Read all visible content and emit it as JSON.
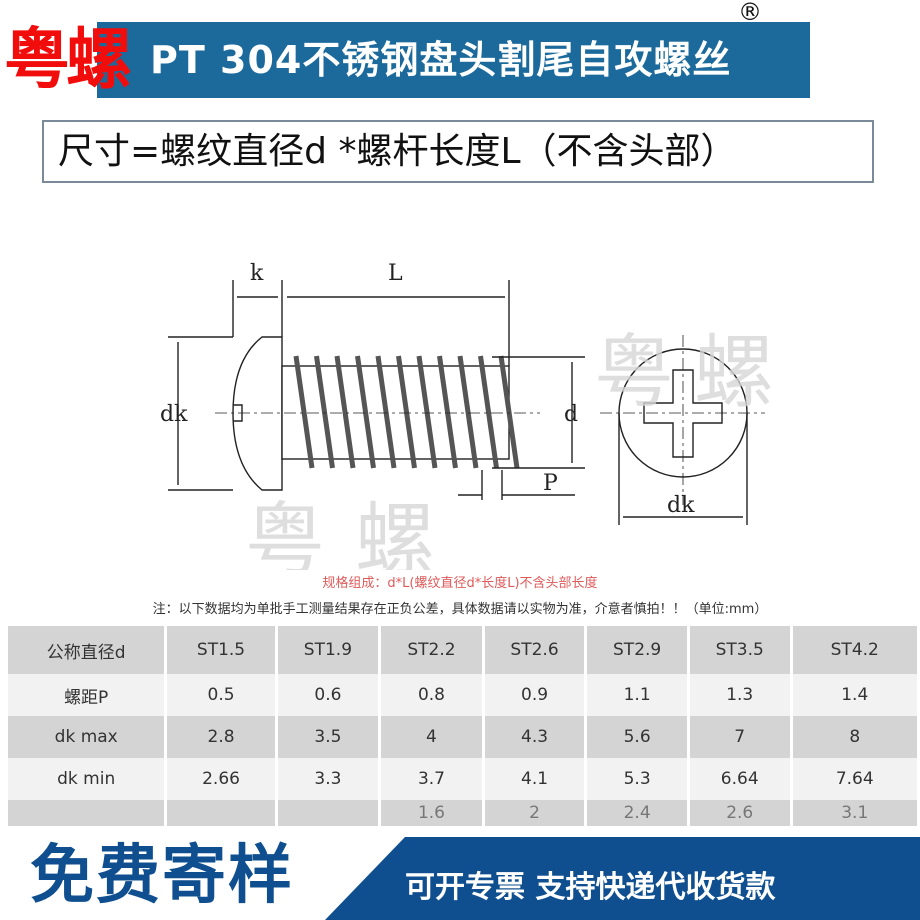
{
  "header": {
    "title": "PT 304不锈钢盘头割尾自攻螺丝",
    "registered_mark": "®",
    "brand_logo": "粤螺",
    "formula": "尺寸=螺纹直径d *螺杆长度L（不含头部）"
  },
  "diagram": {
    "labels": {
      "k": "k",
      "L": "L",
      "dk_side": "dk",
      "d": "d",
      "P": "P",
      "dk_top": "dk"
    },
    "watermark": "粤螺"
  },
  "notes": {
    "spec": "规格组成：d*L(螺纹直径d*长度L)不含头部长度",
    "disclaimer": "注：以下数据均为单批手工测量结果存在正负公差，具体数据请以实物为准，介意者慎拍！！（单位:mm）"
  },
  "table": {
    "rows": [
      [
        "公称直径d",
        "ST1.5",
        "ST1.9",
        "ST2.2",
        "ST2.6",
        "ST2.9",
        "ST3.5",
        "ST4.2"
      ],
      [
        "螺距P",
        "0.5",
        "0.6",
        "0.8",
        "0.9",
        "1.1",
        "1.3",
        "1.4"
      ],
      [
        "dk  max",
        "2.8",
        "3.5",
        "4",
        "4.3",
        "5.6",
        "7",
        "8"
      ],
      [
        "dk  min",
        "2.66",
        "3.3",
        "3.7",
        "4.1",
        "5.3",
        "6.64",
        "7.64"
      ],
      [
        "",
        "",
        "",
        "1.6",
        "2",
        "2.4",
        "2.6",
        "3.1"
      ]
    ]
  },
  "promo": {
    "left": "免费寄样",
    "right": "可开专票 支持快递代收货款",
    "blue": "#0f4f8f"
  }
}
